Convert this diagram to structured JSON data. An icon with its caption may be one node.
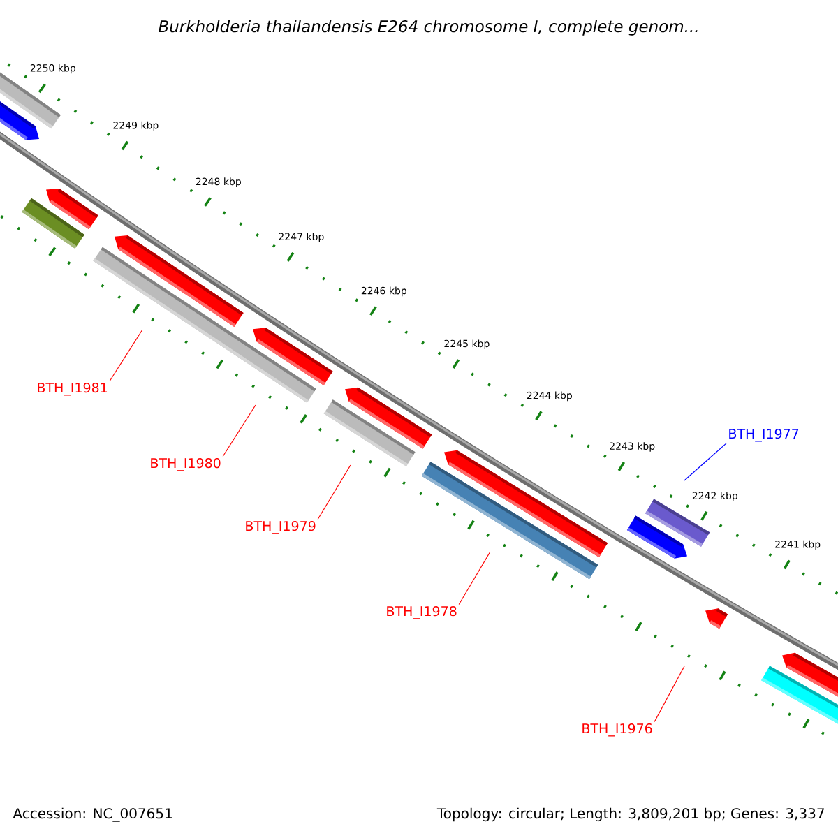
{
  "diagram": {
    "title": "Burkholderia thailandensis E264 chromosome I, complete genom...",
    "nodes": [
      {
        "text": [
          "BTH_I1981"
        ]
      },
      {
        "text": [
          "BTH_I1977"
        ]
      },
      {
        "text": [
          "BTH_I1980"
        ]
      },
      {
        "text": [
          "BTH_I1979"
        ]
      },
      {
        "text": [
          "BTH_I1978"
        ]
      },
      {
        "text": [
          "BTH_I1976"
        ]
      }
    ],
    "edges": [
      {
        "from": 0,
        "to": null,
        "arrow": "none"
      },
      {
        "from": 1,
        "to": null,
        "arrow": "none",
        "color": "#0000ff"
      },
      {
        "from": 2,
        "to": null,
        "arrow": "none"
      },
      {
        "from": 3,
        "to": null,
        "arrow": "none"
      },
      {
        "from": 4,
        "to": null,
        "arrow": "none"
      },
      {
        "from": 5,
        "to": null,
        "arrow": "none"
      }
    ],
    "labels": [
      "2250 kbp",
      "2249 kbp",
      "2248 kbp",
      "2247 kbp",
      "2246 kbp",
      "2245 kbp",
      "2244 kbp",
      "2243 kbp",
      "2242 kbp",
      "2241 kbp",
      "Accession: NC_007651",
      "Topology: circular; Length: 3,809,201 bp; Genes: 3,337"
    ]
  }
}
